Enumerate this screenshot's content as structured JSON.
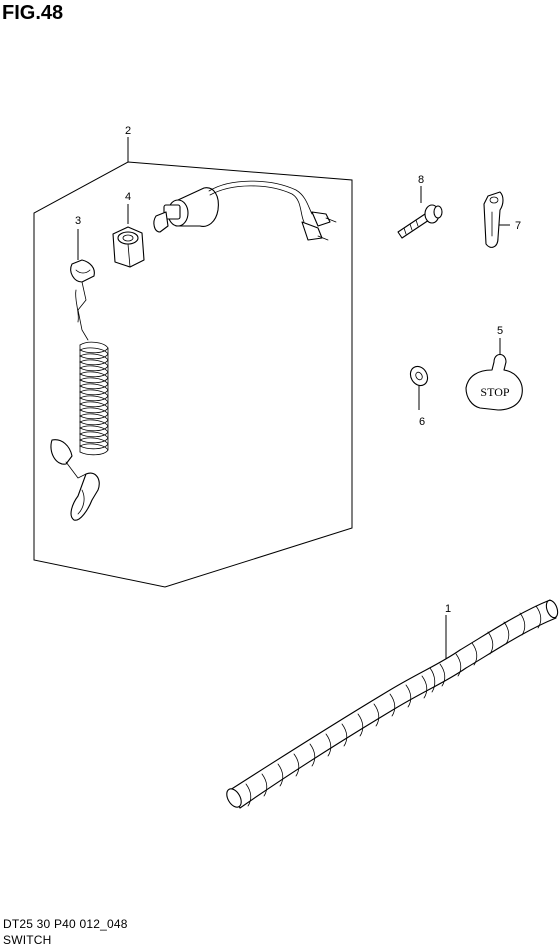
{
  "figure": {
    "title": "FIG.48",
    "code": "DT25 30 P40 012_048",
    "name": "SWITCH"
  },
  "callouts": [
    "1",
    "2",
    "3",
    "4",
    "5",
    "6",
    "7",
    "8"
  ],
  "stop_label": "STOP"
}
